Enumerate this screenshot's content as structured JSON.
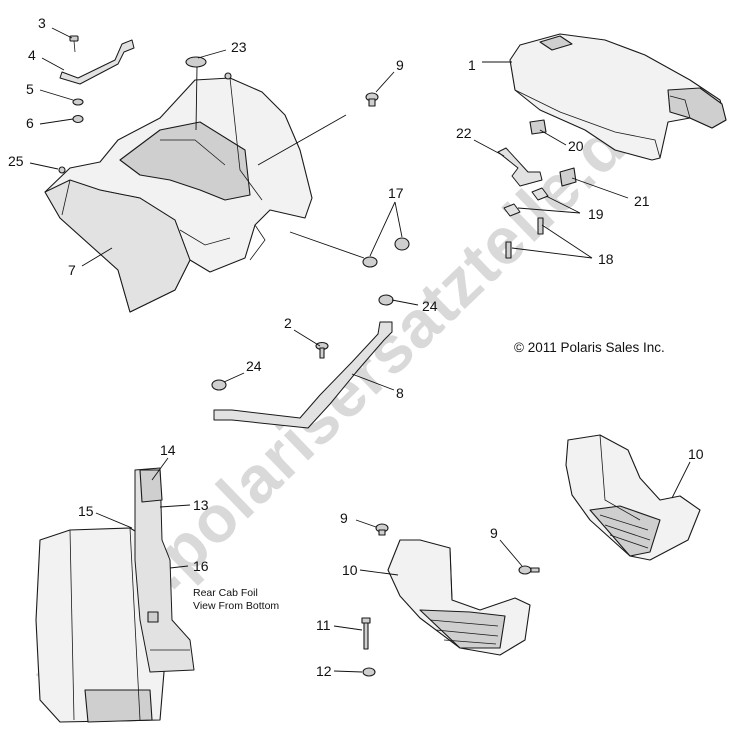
{
  "watermark": "www.polarisersatzteile.de",
  "copyright": "© 2011 Polaris Sales Inc.",
  "note_lines": [
    "Rear Cab Foil",
    "View From Bottom"
  ],
  "callouts": {
    "c1": "1",
    "c2": "2",
    "c3": "3",
    "c4": "4",
    "c5": "5",
    "c6": "6",
    "c7": "7",
    "c8": "8",
    "c9a": "9",
    "c9b": "9",
    "c9c": "9",
    "c10a": "10",
    "c10b": "10",
    "c11": "11",
    "c12": "12",
    "c13": "13",
    "c14": "14",
    "c15": "15",
    "c16": "16",
    "c17": "17",
    "c18": "18",
    "c19": "19",
    "c20": "20",
    "c21": "21",
    "c22": "22",
    "c23": "23",
    "c24a": "24",
    "c24b": "24",
    "c25": "25"
  }
}
